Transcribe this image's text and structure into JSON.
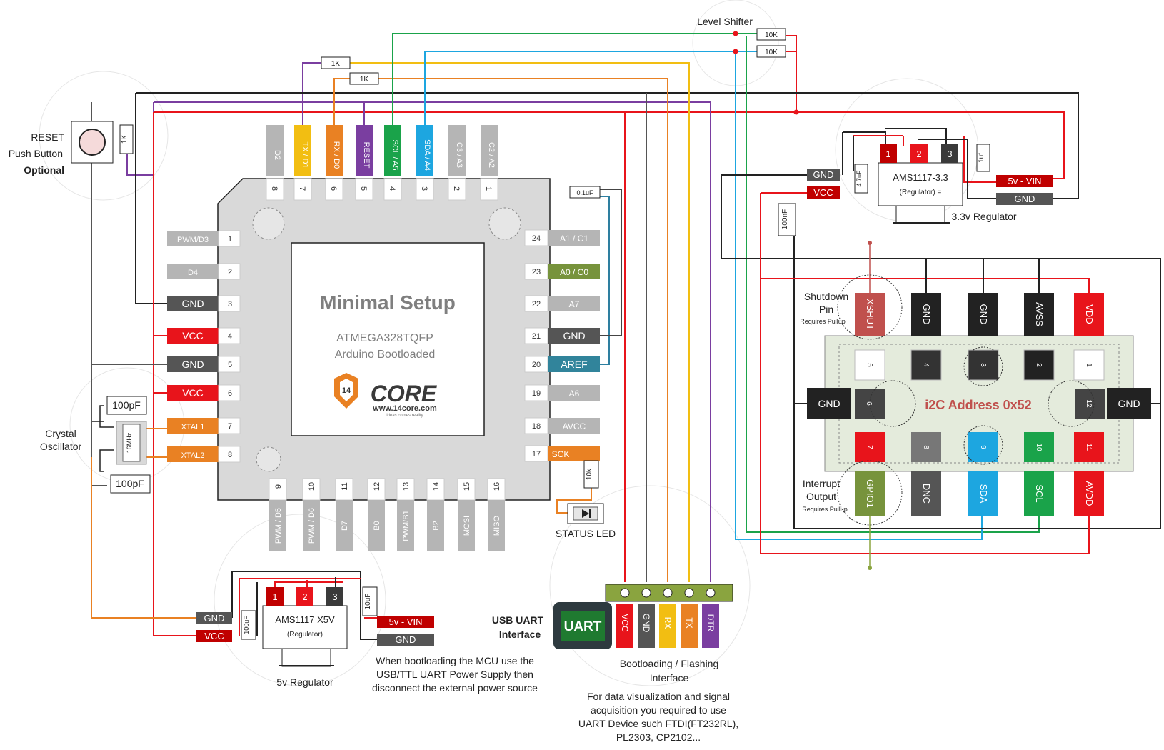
{
  "colors": {
    "red": "#e8141b",
    "black": "#222222",
    "purple": "#7a3ea0",
    "orange": "#e98123",
    "yellow": "#f2be12",
    "green": "#1aa34a",
    "blue": "#1da6e0",
    "gray": "#b5b5b5",
    "darkgray": "#555555",
    "olive": "#8aa43f"
  },
  "labels": {
    "level_shifter": "Level Shifter",
    "res_10k": "10K",
    "res_1k": "1K",
    "reset_1": "RESET",
    "reset_2": "Push Button",
    "reset_3": "Optional",
    "crystal_1": "Crystal",
    "crystal_2": "Oscillator",
    "cap_100pf": "100pF",
    "xtal_16mhz": "16MHz",
    "chip_title": "Minimal Setup",
    "chip_sub1": "ATMEGA328TQFP",
    "chip_sub2": "Arduino Bootloaded",
    "logo_core": "CORE",
    "logo_url": "www.14core.com",
    "logo_tag": "ideas comes reality",
    "cap_01uf": "0.1uF",
    "status_led": "STATUS LED",
    "res_1k_led": "10k",
    "reg33_name": "AMS1117-3.3",
    "reg33_sub": "(Regulator) =",
    "reg33_caption": "3.3v Regulator",
    "cap_47uf": "4.7uF",
    "cap_1uf": "1uf",
    "cap_100nf": "100nF",
    "gnd": "GND",
    "vcc": "VCC",
    "vin5": "5v - VIN",
    "reg5_name": "AMS1117 X5V",
    "reg5_sub": "(Regulator)",
    "reg5_caption": "5v Regulator",
    "cap_100uf": "100uF",
    "cap_10uf": "10uF",
    "boot_note_1": "When bootloading the MCU use the",
    "boot_note_2": "USB/TTL UART Power Supply then",
    "boot_note_3": "disconnect the external power source",
    "usb_uart_1": "USB UART",
    "usb_uart_2": "Interface",
    "uart_chip": "UART",
    "boot_iface_1": "Bootloading / Flashing",
    "boot_iface_2": "Interface",
    "data_note_1": "For data visualization and signal",
    "data_note_2": "acquisition you required to use",
    "data_note_3": "UART Device such FTDI(FT232RL),",
    "data_note_4": "PL2303, CP2102...",
    "shutdown_1": "Shutdown",
    "shutdown_2": "Pin",
    "shutdown_3": "Requires Pullup",
    "interrupt_1": "Interrupt",
    "interrupt_2": "Output",
    "interrupt_3": "Requires Pullup",
    "i2c_address": "i2C Address 0x52"
  },
  "top_pins": [
    {
      "name": "D2",
      "num": "8"
    },
    {
      "name": "TX / D1",
      "num": "7"
    },
    {
      "name": "RX / D0",
      "num": "6"
    },
    {
      "name": "RESET",
      "num": "5"
    },
    {
      "name": "SCL / A5",
      "num": "4"
    },
    {
      "name": "SDA / A4",
      "num": "3"
    },
    {
      "name": "C3 / A3",
      "num": "2"
    },
    {
      "name": "C2 / A2",
      "num": "1"
    }
  ],
  "left_pins": [
    {
      "name": "PWM/D3",
      "num": "1"
    },
    {
      "name": "D4",
      "num": "2"
    },
    {
      "name": "GND",
      "num": "3"
    },
    {
      "name": "VCC",
      "num": "4"
    },
    {
      "name": "GND",
      "num": "5"
    },
    {
      "name": "VCC",
      "num": "6"
    },
    {
      "name": "XTAL1",
      "num": "7"
    },
    {
      "name": "XTAL2",
      "num": "8"
    }
  ],
  "right_pins": [
    {
      "name": "A1 / C1",
      "num": "24"
    },
    {
      "name": "A0 / C0",
      "num": "23"
    },
    {
      "name": "A7",
      "num": "22"
    },
    {
      "name": "GND",
      "num": "21"
    },
    {
      "name": "AREF",
      "num": "20"
    },
    {
      "name": "A6",
      "num": "19"
    },
    {
      "name": "AVCC",
      "num": "18"
    },
    {
      "name": "SCK",
      "num": "17"
    }
  ],
  "bottom_pins": [
    {
      "name": "PWM / D5",
      "num": "9"
    },
    {
      "name": "PWM / D6",
      "num": "10"
    },
    {
      "name": "D7",
      "num": "11"
    },
    {
      "name": "B0",
      "num": "12"
    },
    {
      "name": "PWM/B1",
      "num": "13"
    },
    {
      "name": "B2",
      "num": "14"
    },
    {
      "name": "MOSI",
      "num": "15"
    },
    {
      "name": "MISO",
      "num": "16"
    }
  ],
  "uart_pins": [
    "VCC",
    "GND",
    "RX",
    "TX",
    "DTR"
  ],
  "sensor_top_pins": [
    "XSHUT",
    "GND",
    "GND",
    "AVSS",
    "VDD"
  ],
  "sensor_bottom_pins": [
    "GPIO1",
    "DNC",
    "SDA",
    "SCL",
    "AVDD"
  ],
  "sensor_pad_row1": [
    "5",
    "4",
    "3",
    "2",
    "1"
  ],
  "sensor_pad_row3": [
    "7",
    "8",
    "9",
    "10",
    "11"
  ],
  "sensor_pad_6": "6",
  "sensor_pad_12": "12",
  "reg_pins": [
    "1",
    "2",
    "3"
  ]
}
